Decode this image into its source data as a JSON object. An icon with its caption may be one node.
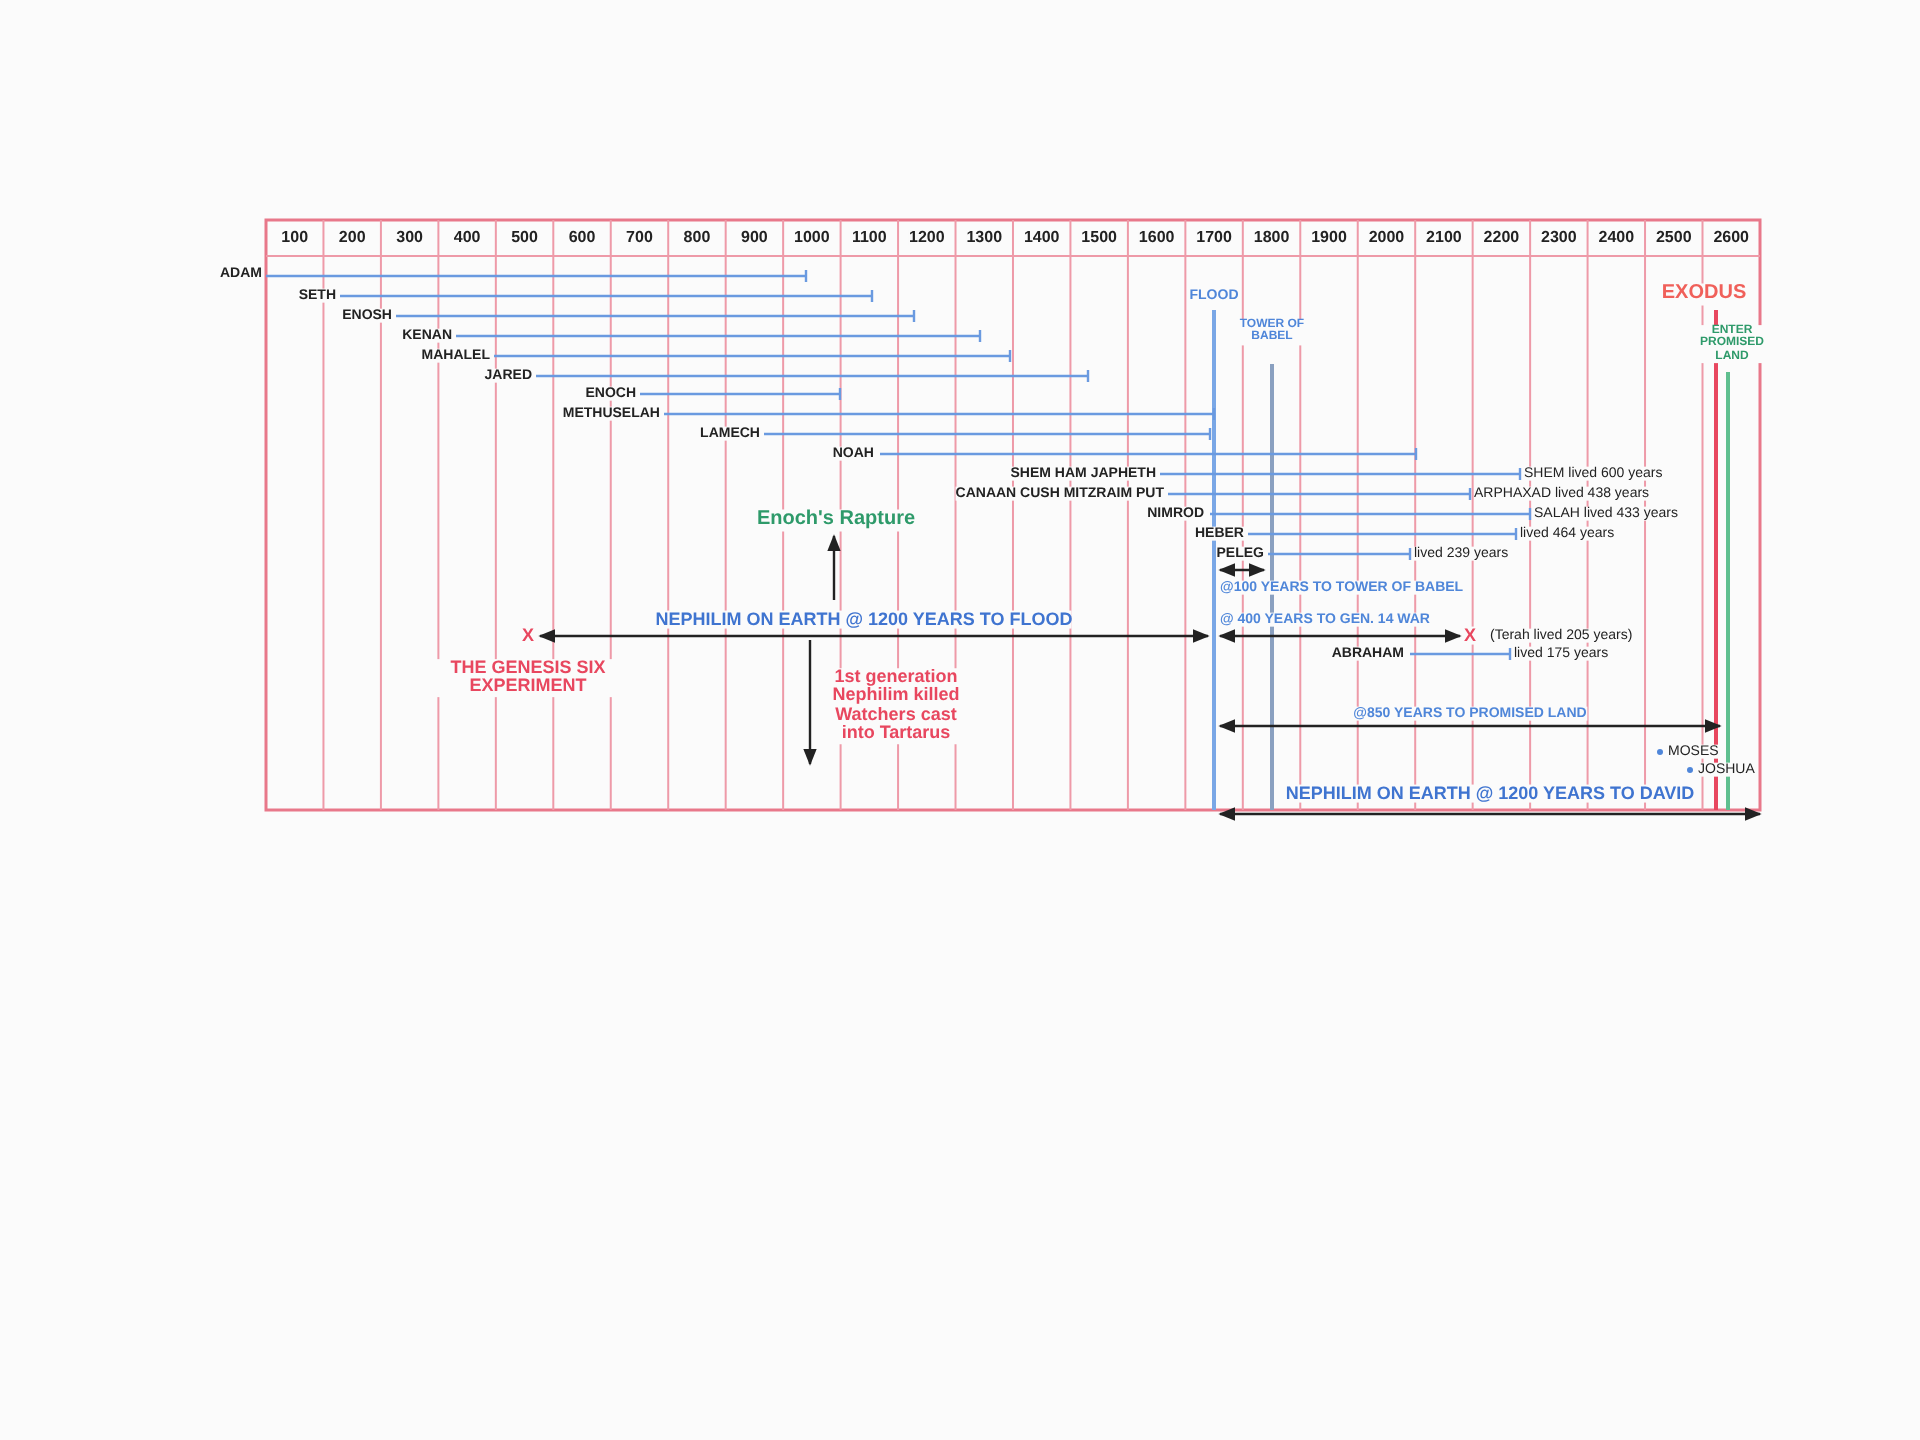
{
  "diagram": {
    "labels": [
      "100",
      "200",
      "300",
      "400",
      "500",
      "600",
      "700",
      "800",
      "900",
      "1000",
      "1100",
      "1200",
      "1300",
      "1400",
      "1500",
      "1600",
      "1700",
      "1800",
      "1900",
      "2000",
      "2100",
      "2200",
      "2300",
      "2400",
      "2500",
      "2600",
      "ADAM",
      "SETH",
      "FLOOD",
      "EXODUS",
      "ENOSH",
      "TOWER OF BABEL",
      "ENTER PROMISED LAND",
      "KENAN",
      "MAHALEL",
      "JARED",
      "ENOCH",
      "METHUSELAH",
      "LAMECH",
      "NOAH",
      "SHEM HAM JAPHETH",
      "SHEM lived 600 years",
      "CANAAN CUSH MITZRAIM PUT",
      "ARPHAXAD lived 438 years",
      "Enoch's Rapture",
      "NIMROD",
      "SALAH lived 433 years",
      "HEBER",
      "lived 464 years",
      "PELEG",
      "lived 239 years",
      "@100 YEARS TO TOWER OF BABEL",
      "NEPHILIM ON EARTH @ 1200 YEARS TO FLOOD",
      "@ 400 YEARS TO GEN. 14 WAR",
      "X",
      "X",
      "(Terah lived 205 years)",
      "THE GENESIS SIX EXPERIMENT",
      "1st generation Nephilim killed Watchers cast into Tartarus",
      "ABRAHAM",
      "lived 175 years",
      "@850 YEARS TO PROMISED LAND",
      "MOSES",
      "JOSHUA",
      "NEPHILIM ON EARTH @ 1200 YEARS TO DAVID"
    ]
  }
}
